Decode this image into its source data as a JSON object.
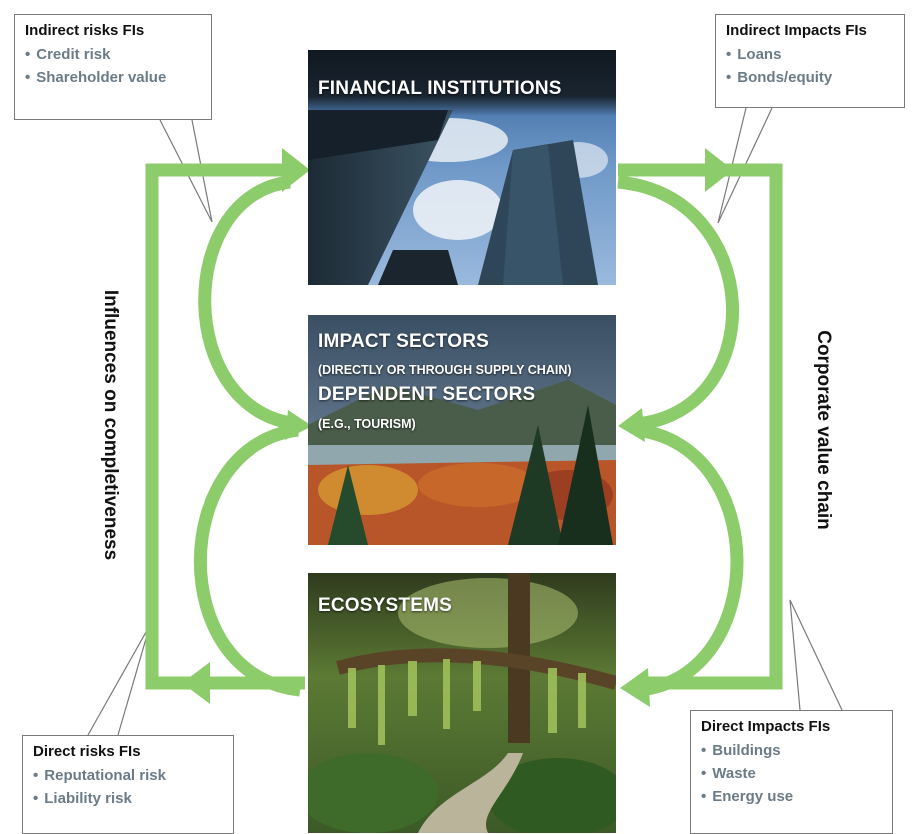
{
  "colors": {
    "arrow_green": "#8ccc6a",
    "callout_border": "#7a7a7a",
    "bullet_text": "#6b7c88"
  },
  "panels": {
    "financial_institutions": {
      "title": "FINANCIAL INSTITUTIONS"
    },
    "sectors": {
      "impact_title": "IMPACT SECTORS",
      "impact_sub": "(DIRECTLY OR THROUGH SUPPLY CHAIN)",
      "dependent_title": "DEPENDENT SECTORS",
      "dependent_sub": "(E.G., TOURISM)"
    },
    "ecosystems": {
      "title": "ECOSYSTEMS"
    }
  },
  "callouts": {
    "indirect_risks": {
      "heading": "Indirect risks FIs",
      "items": [
        "Credit risk",
        "Shareholder value"
      ]
    },
    "indirect_impacts": {
      "heading": "Indirect Impacts FIs",
      "items": [
        "Loans",
        "Bonds/equity"
      ]
    },
    "direct_risks": {
      "heading": "Direct risks FIs",
      "items": [
        "Reputational risk",
        "Liability risk"
      ]
    },
    "direct_impacts": {
      "heading": "Direct Impacts FIs",
      "items": [
        "Buildings",
        "Waste",
        "Energy use"
      ]
    }
  },
  "side_labels": {
    "left": "Influences on completiveness",
    "right": "Corporate value chain"
  }
}
